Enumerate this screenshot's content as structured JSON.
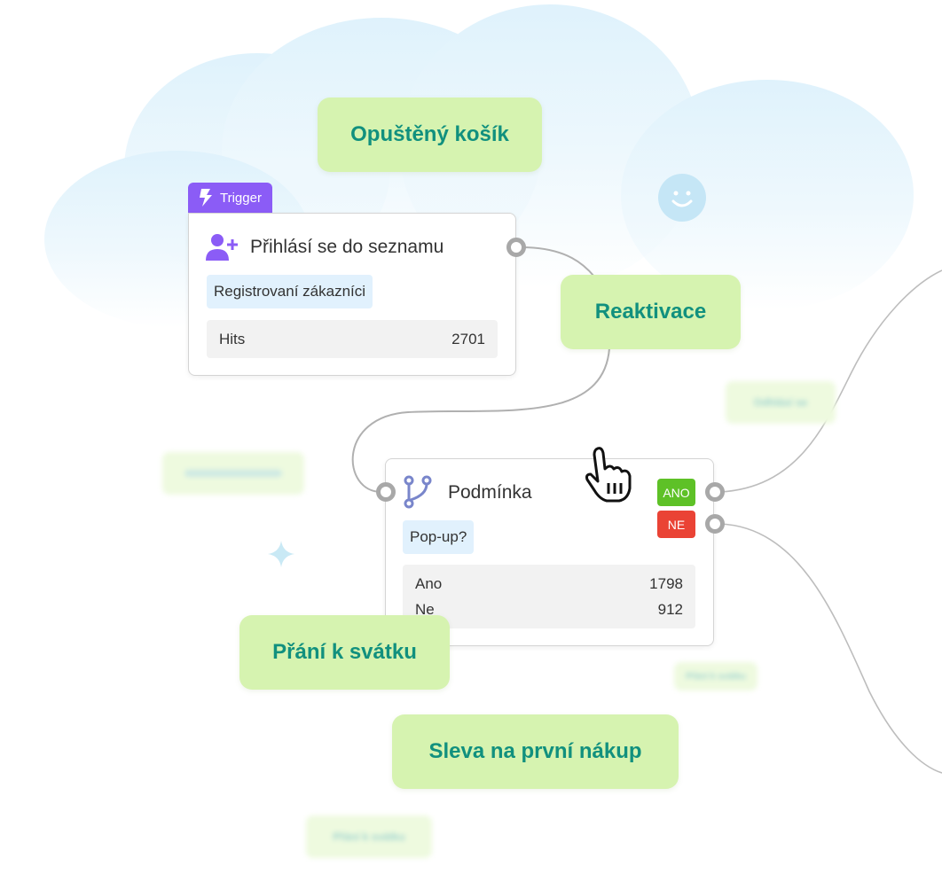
{
  "colors": {
    "chip_bg": "#d6f3b0",
    "chip_text": "#11907e",
    "trigger": "#8b5cf6",
    "yes": "#5ec127",
    "no": "#ea4335"
  },
  "chips": {
    "abandoned_cart": "Opuštěný košík",
    "reactivation": "Reaktivace",
    "name_day": "Přání k svátku",
    "first_purchase": "Sleva na první nákup"
  },
  "blurred_chips": {
    "unsubscribe": "Odhlásí se",
    "name_day_small": "Přání k svátku",
    "name_day_bottom": "Přání k svátku"
  },
  "trigger_card": {
    "tab_icon": "lightning-icon",
    "tab_label": "Trigger",
    "icon": "user-plus-icon",
    "title": "Přihlásí se do seznamu",
    "tag": "Registrovaní zákazníci",
    "stats": [
      {
        "label": "Hits",
        "value": "2701"
      }
    ]
  },
  "condition_card": {
    "icon": "git-branch-icon",
    "title": "Podmínka",
    "tag": "Pop-up?",
    "yes_label": "ANO",
    "no_label": "NE",
    "stats": [
      {
        "label": "Ano",
        "value": "1798"
      },
      {
        "label": "Ne",
        "value": "912"
      }
    ]
  }
}
